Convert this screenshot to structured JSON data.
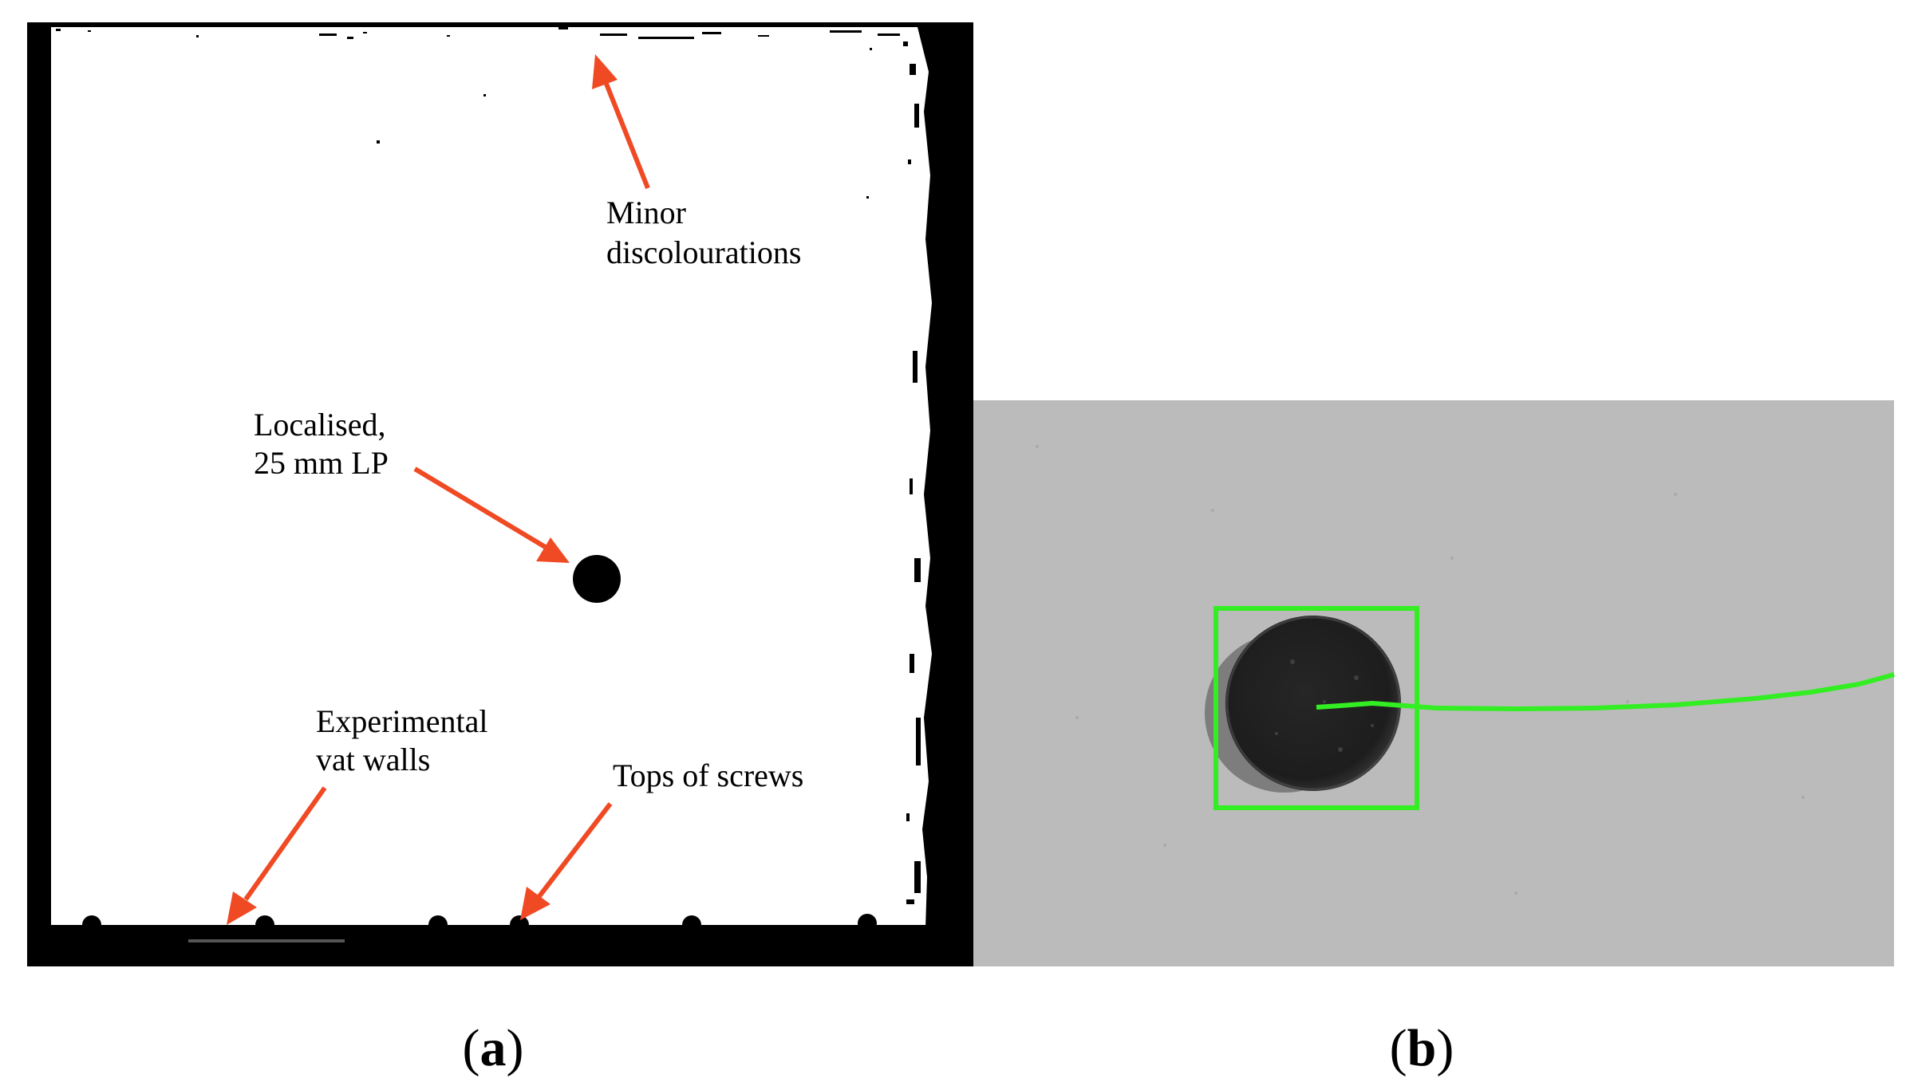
{
  "panel_a": {
    "caption_open": "(",
    "caption_letter": "a",
    "caption_close": ")",
    "annotations": {
      "discolourations": [
        "Minor",
        "discolourations"
      ],
      "lp": [
        "Localised,",
        "25 mm LP"
      ],
      "walls": [
        "Experimental",
        "vat walls"
      ],
      "screws": [
        "Tops of screws"
      ]
    },
    "colors": {
      "arrow": "#f04a24",
      "frame": "#000000",
      "background": "#ffffff"
    }
  },
  "panel_b": {
    "caption_open": "(",
    "caption_letter": "b",
    "caption_close": ")",
    "colors": {
      "background": "#bbbbbb",
      "tracking_box": "#33ee22",
      "trajectory": "#33ee22",
      "particle": "#1c1c1c"
    }
  }
}
